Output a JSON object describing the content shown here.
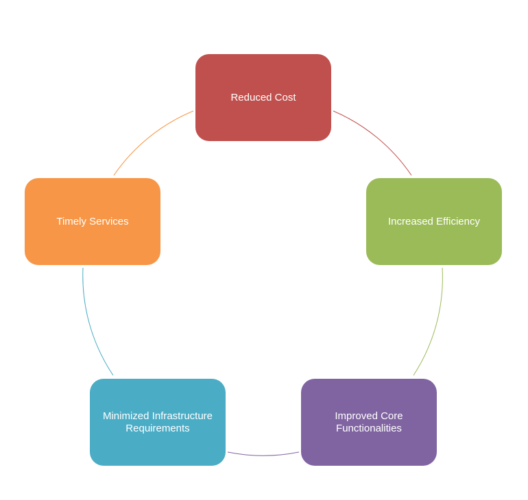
{
  "diagram": {
    "type": "cycle",
    "nodes": [
      {
        "id": "reduced-cost",
        "label": "Reduced Cost",
        "color": "#C0504D"
      },
      {
        "id": "increased-efficiency",
        "label": "Increased Efficiency",
        "color": "#9BBB59"
      },
      {
        "id": "improved-core",
        "label": "Improved Core\nFunctionalities",
        "color": "#8064A2"
      },
      {
        "id": "minimized-infra",
        "label": "Minimized Infrastructure\nRequirements",
        "color": "#4BACC6"
      },
      {
        "id": "timely-services",
        "label": "Timely Services",
        "color": "#F79646"
      }
    ],
    "connector_colors": [
      "#C0504D",
      "#9BBB59",
      "#8064A2",
      "#4BACC6",
      "#F79646"
    ]
  }
}
